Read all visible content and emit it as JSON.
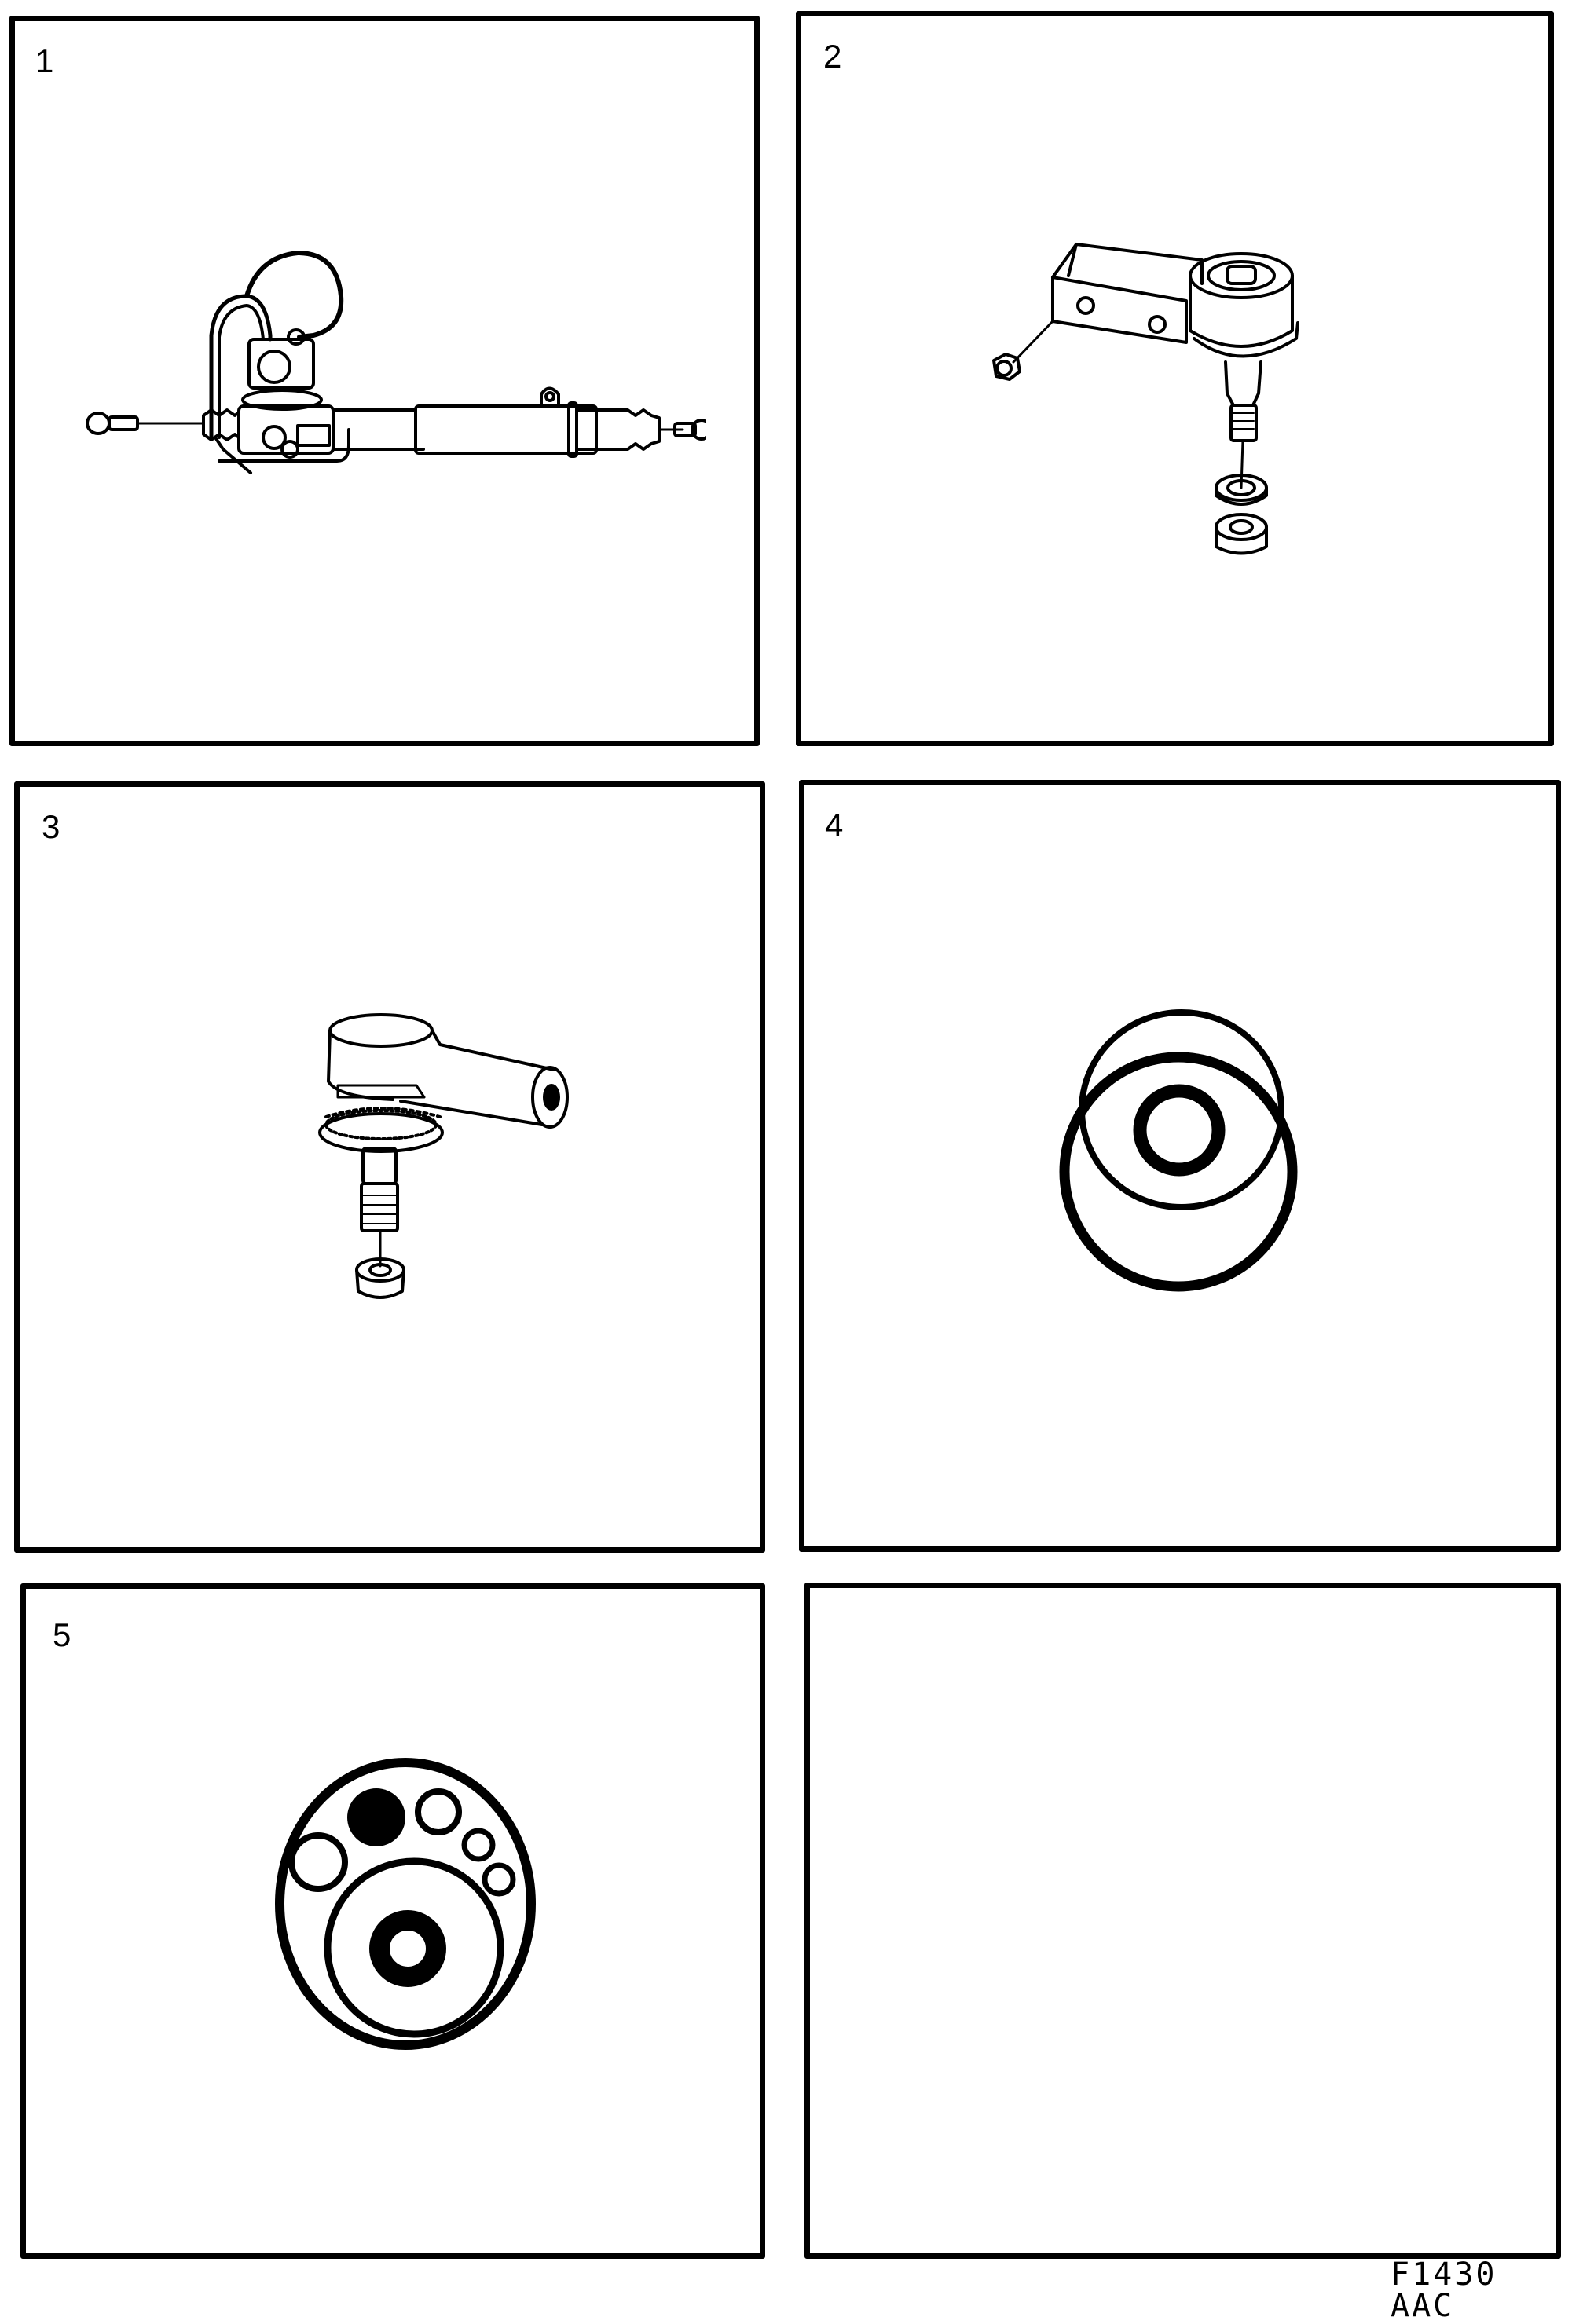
{
  "document": {
    "figure_code": "F1430 AAC",
    "ink_color": "#000000",
    "paper_color": "#ffffff"
  },
  "panels": [
    {
      "number": "1",
      "illustration": "power-steering-rack-assembly"
    },
    {
      "number": "2",
      "illustration": "ball-joint-bracket-with-nuts-and-washer"
    },
    {
      "number": "3",
      "illustration": "tie-rod-end-with-nut"
    },
    {
      "number": "4",
      "illustration": "o-ring-seal-set"
    },
    {
      "number": "5",
      "illustration": "seal-kit-assortment"
    },
    {
      "number": "",
      "illustration": "empty"
    }
  ]
}
